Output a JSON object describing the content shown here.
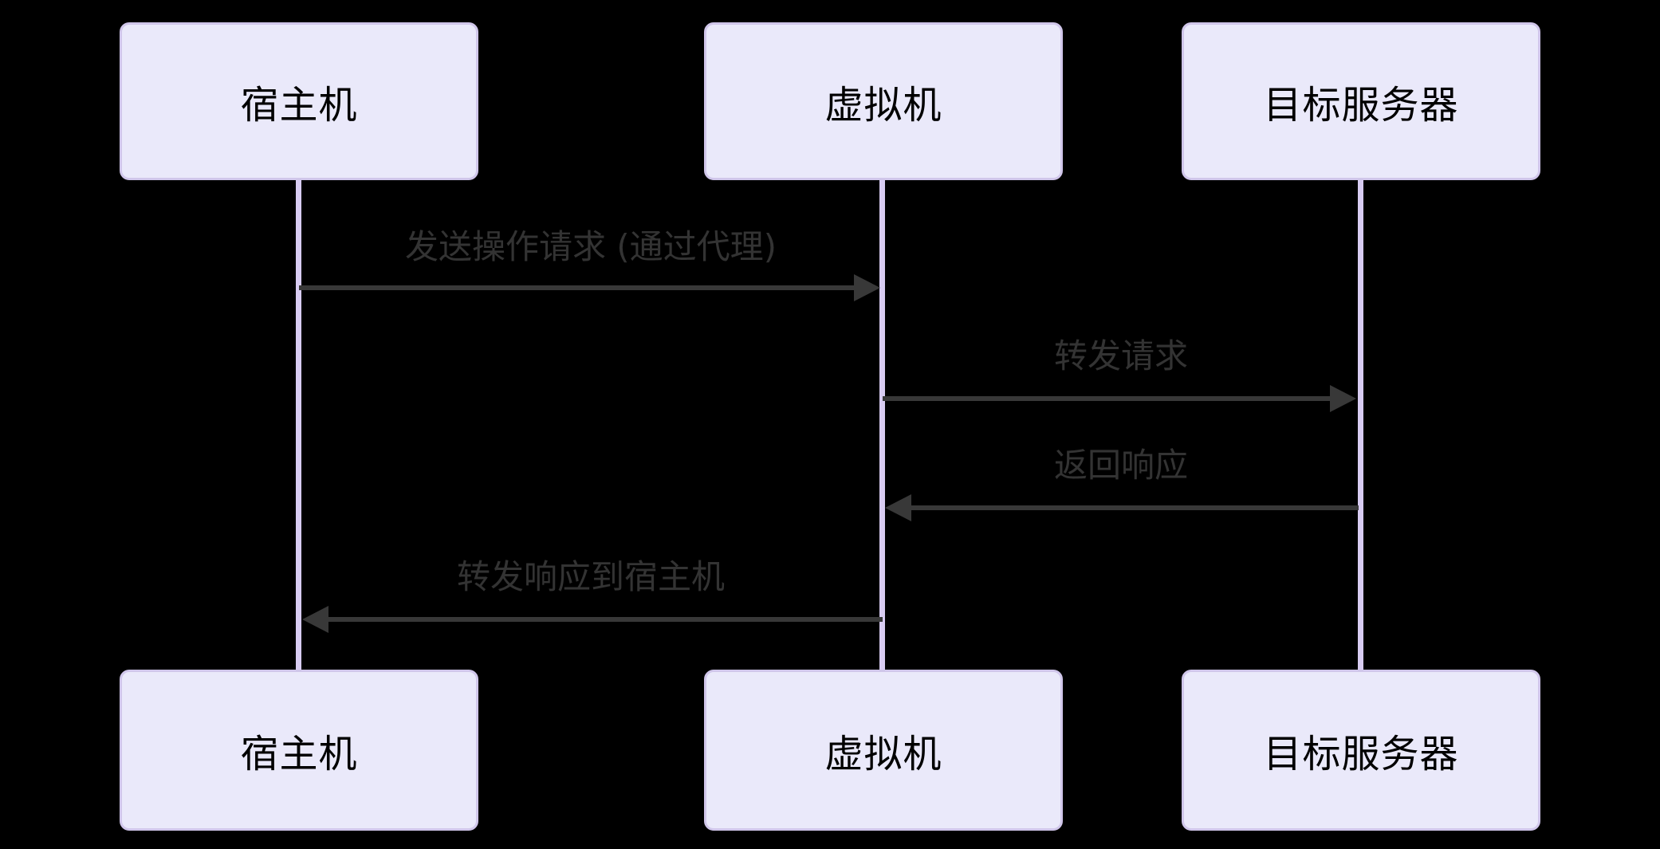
{
  "diagram": {
    "type": "sequence-diagram",
    "background_color": "#000000",
    "colors": {
      "actor_fill": "#EAE9FA",
      "actor_border": "#D0C6EA",
      "actor_text": "#000000",
      "lifeline": "#D8CCF2",
      "message_line": "#383838",
      "message_text": "#333333"
    },
    "actors": [
      {
        "name": "宿主机"
      },
      {
        "name": "虚拟机"
      },
      {
        "name": "目标服务器"
      }
    ],
    "messages": [
      {
        "from": "宿主机",
        "to": "虚拟机",
        "label": "发送操作请求 (通过代理)",
        "direction": "right",
        "line_style": "solid"
      },
      {
        "from": "虚拟机",
        "to": "目标服务器",
        "label": "转发请求",
        "direction": "right",
        "line_style": "solid"
      },
      {
        "from": "目标服务器",
        "to": "虚拟机",
        "label": "返回响应",
        "direction": "left",
        "line_style": "solid"
      },
      {
        "from": "虚拟机",
        "to": "宿主机",
        "label": "转发响应到宿主机",
        "direction": "left",
        "line_style": "solid"
      }
    ]
  }
}
